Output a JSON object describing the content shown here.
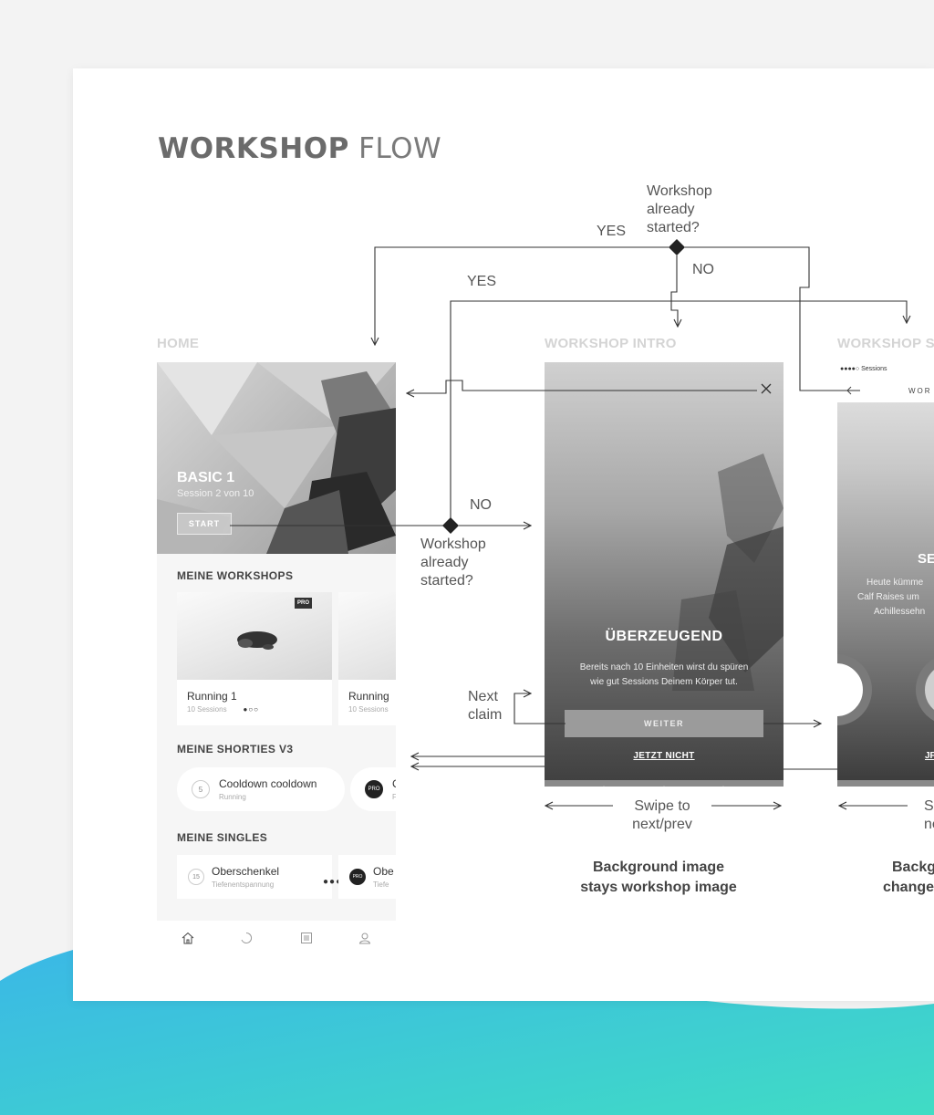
{
  "title": {
    "bold": "WORKSHOP",
    "light": "FLOW"
  },
  "sections": {
    "home": "HOME",
    "intro": "WORKSHOP INTRO",
    "session": "WORKSHOP S"
  },
  "flow": {
    "top_question": [
      "Workshop",
      "already",
      "started?"
    ],
    "top_yes": "YES",
    "top_no": "NO",
    "mid_yes": "YES",
    "mid_no": "NO",
    "mid_question": [
      "Workshop",
      "already",
      "started?"
    ],
    "next_claim": [
      "Next",
      "claim"
    ],
    "swipe_intro": [
      "Swipe to",
      "next/prev"
    ],
    "swipe_session": [
      "S",
      "ne"
    ],
    "note_intro": [
      "Background image",
      "stays workshop image"
    ],
    "note_session": [
      "Backg",
      "change"
    ]
  },
  "home": {
    "hero_title": "BASIC 1",
    "hero_sub": "Session 2 von 10",
    "start": "START",
    "my_workshops": "MEINE WORKSHOPS",
    "workshops": [
      {
        "name": "Running 1",
        "sub": "10 Sessions",
        "badge": "PRO",
        "dots": "●○○"
      },
      {
        "name": "Running",
        "sub": "10 Sessions"
      }
    ],
    "my_shorties": "MEINE SHORTIES V3",
    "shorties": [
      {
        "num": "5",
        "name": "Cooldown cooldown",
        "sub": "Running"
      },
      {
        "num": "PRO",
        "name": "C",
        "sub": "F"
      }
    ],
    "my_singles": "MEINE SINGLES",
    "singles": [
      {
        "num": "15",
        "name": "Oberschenkel",
        "sub": "Tiefenentspannung",
        "dots": "●●●"
      },
      {
        "num": "PRO",
        "name": "Obe",
        "sub": "Tiefe"
      }
    ]
  },
  "intro": {
    "heading": "ÜBERZEUGEND",
    "desc": [
      "Bereits nach 10 Einheiten wirst du spüren",
      "wie gut Sessions Deinem Körper tut."
    ],
    "weiter": "WEITER",
    "jetzt": "JETZT NICHT"
  },
  "session": {
    "status": "●●●●○ Sessions",
    "nav_title": "WOR",
    "heading": "SE",
    "lines": [
      "Heute kümme",
      "Calf Raises um",
      "Achillessehn"
    ],
    "jf": "JF"
  },
  "colors": {
    "wave_start": "#3fb8e6",
    "wave_end": "#3fd9c6"
  }
}
